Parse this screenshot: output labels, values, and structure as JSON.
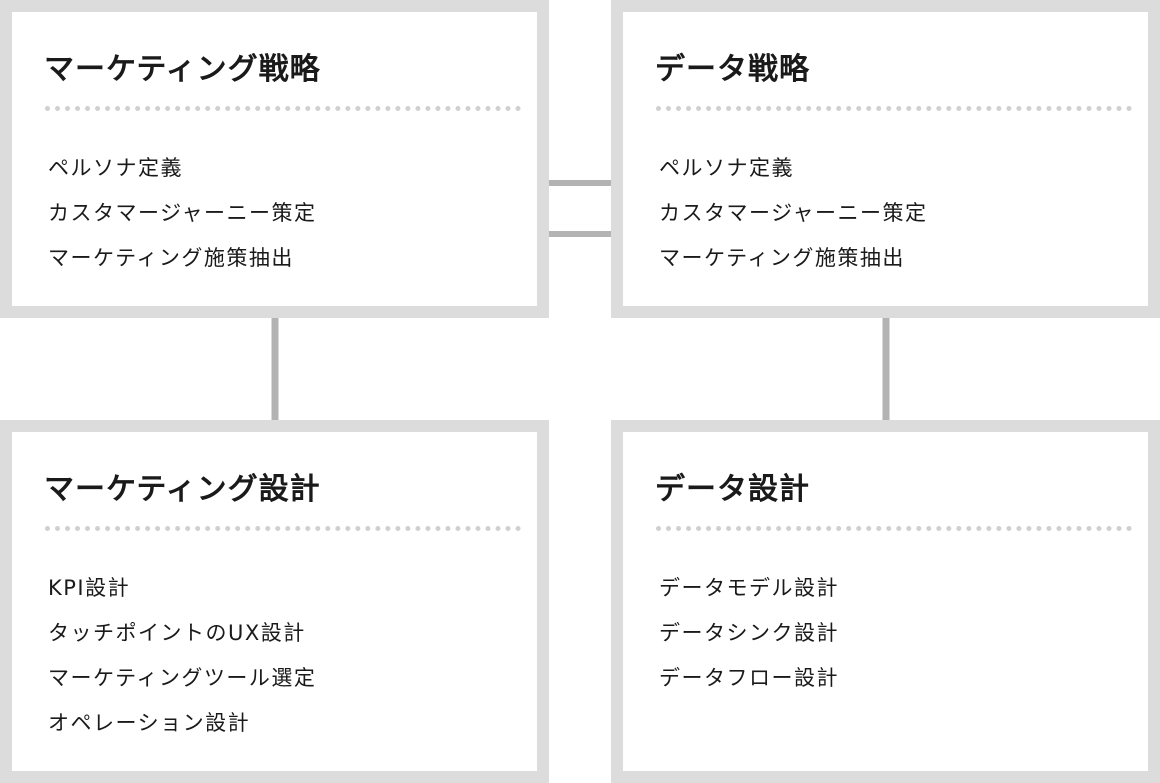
{
  "boxes": {
    "marketing_strategy": {
      "title": "マーケティング戦略",
      "items": [
        "ペルソナ定義",
        "カスタマージャーニー策定",
        "マーケティング施策抽出"
      ]
    },
    "data_strategy": {
      "title": "データ戦略",
      "items": [
        "ペルソナ定義",
        "カスタマージャーニー策定",
        "マーケティング施策抽出"
      ]
    },
    "marketing_design": {
      "title": "マーケティング設計",
      "items": [
        "KPI設計",
        "タッチポイントのUX設計",
        "マーケティングツール選定",
        "オペレーション設計"
      ]
    },
    "data_design": {
      "title": "データ設計",
      "items": [
        "データモデル設計",
        "データシンク設計",
        "データフロー設計"
      ]
    }
  },
  "colors": {
    "box_border": "#dcdcdc",
    "arrow": "#b3b3b3",
    "dots": "#d0d0d0",
    "text": "#1a1a1a"
  }
}
